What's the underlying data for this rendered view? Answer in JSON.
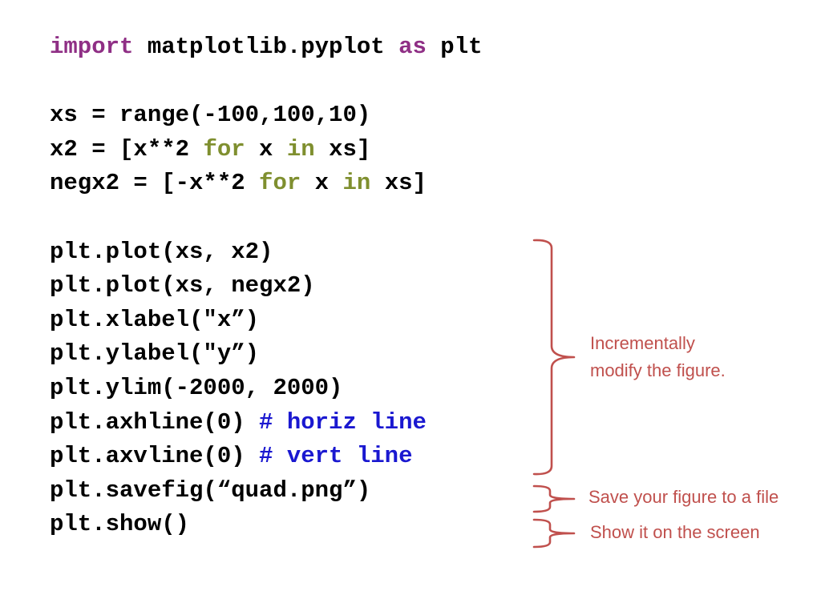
{
  "colors": {
    "keyword": "#8f2f85",
    "flow_keyword": "#7f8f2f",
    "comment": "#1a18d0",
    "annotation": "#c0504d",
    "code": "#000000",
    "background": "#ffffff"
  },
  "code": {
    "lines": [
      {
        "tokens": [
          {
            "text": "import",
            "kind": "keyword"
          },
          {
            "text": " matplotlib.pyplot ",
            "kind": "plain"
          },
          {
            "text": "as",
            "kind": "keyword"
          },
          {
            "text": " plt",
            "kind": "plain"
          }
        ]
      },
      {
        "tokens": []
      },
      {
        "tokens": [
          {
            "text": "xs = range(-100,100,10)",
            "kind": "plain"
          }
        ]
      },
      {
        "tokens": [
          {
            "text": "x2 = [x**2 ",
            "kind": "plain"
          },
          {
            "text": "for",
            "kind": "flow"
          },
          {
            "text": " x ",
            "kind": "plain"
          },
          {
            "text": "in",
            "kind": "flow"
          },
          {
            "text": " xs]",
            "kind": "plain"
          }
        ]
      },
      {
        "tokens": [
          {
            "text": "negx2 = [-x**2 ",
            "kind": "plain"
          },
          {
            "text": "for",
            "kind": "flow"
          },
          {
            "text": " x ",
            "kind": "plain"
          },
          {
            "text": "in",
            "kind": "flow"
          },
          {
            "text": " xs]",
            "kind": "plain"
          }
        ]
      },
      {
        "tokens": []
      },
      {
        "tokens": [
          {
            "text": "plt.plot(xs, x2)",
            "kind": "plain"
          }
        ]
      },
      {
        "tokens": [
          {
            "text": "plt.plot(xs, negx2)",
            "kind": "plain"
          }
        ]
      },
      {
        "tokens": [
          {
            "text": "plt.xlabel(\"x”)",
            "kind": "plain"
          }
        ]
      },
      {
        "tokens": [
          {
            "text": "plt.ylabel(\"y”)",
            "kind": "plain"
          }
        ]
      },
      {
        "tokens": [
          {
            "text": "plt.ylim(-2000, 2000)",
            "kind": "plain"
          }
        ]
      },
      {
        "tokens": [
          {
            "text": "plt.axhline(0) ",
            "kind": "plain"
          },
          {
            "text": "# horiz line",
            "kind": "comment"
          }
        ]
      },
      {
        "tokens": [
          {
            "text": "plt.axvline(0) ",
            "kind": "plain"
          },
          {
            "text": "# vert line",
            "kind": "comment"
          }
        ]
      },
      {
        "tokens": [
          {
            "text": "plt.savefig(“quad.png”)",
            "kind": "plain"
          }
        ]
      },
      {
        "tokens": [
          {
            "text": "plt.show()",
            "kind": "plain"
          }
        ]
      }
    ]
  },
  "annotations": {
    "incremental": {
      "line1": "Incrementally",
      "line2": "modify the figure."
    },
    "save": "Save your figure to a file",
    "show": "Show it on the screen"
  }
}
